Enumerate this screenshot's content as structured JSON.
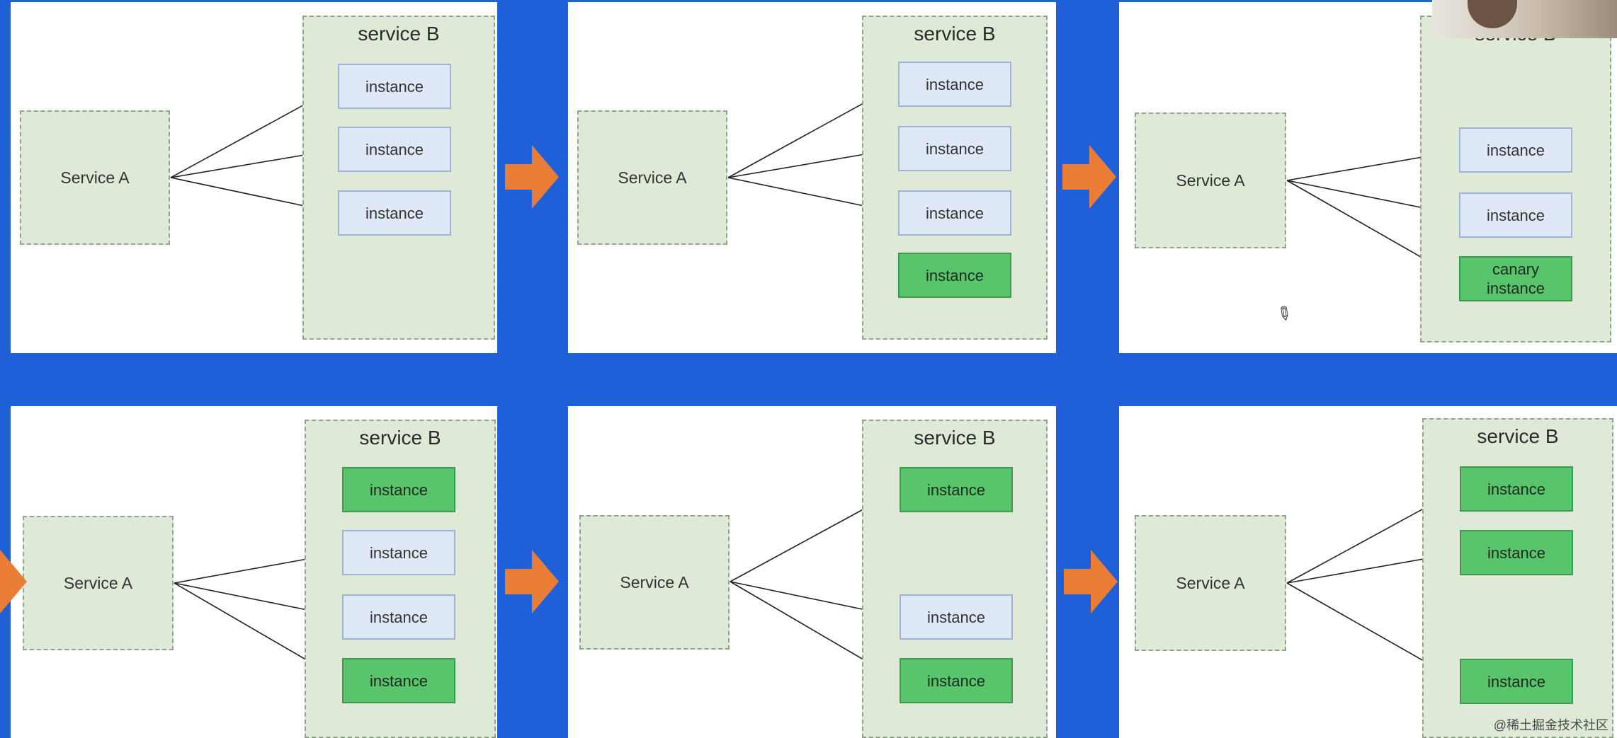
{
  "labels": {
    "service_a": "Service A",
    "service_b": "service B",
    "instance": "instance",
    "canary_instance": "canary\ninstance"
  },
  "colors": {
    "background": "#1f5fd7",
    "old_instance_fill": "#dfe8f7",
    "new_instance_fill": "#58c46b",
    "service_fill": "#dfe9d8",
    "transition_arrow": "#ea7d35"
  },
  "icons": [
    "pen-cursor-icon",
    "transition-arrow-icon"
  ],
  "watermark": "@稀土掘金技术社区",
  "stages": [
    {
      "instances": [
        "old",
        "old",
        "old"
      ],
      "routed_to": [
        0,
        1,
        2
      ]
    },
    {
      "instances": [
        "old",
        "old",
        "old",
        "new"
      ],
      "routed_to": [
        0,
        1,
        2
      ]
    },
    {
      "instances": [
        "old",
        "old",
        "canary"
      ],
      "routed_to": [
        0,
        1,
        2
      ]
    },
    {
      "instances": [
        "new",
        "old",
        "old",
        "new"
      ],
      "routed_to": [
        1,
        2,
        3
      ]
    },
    {
      "instances": [
        "new",
        "empty",
        "old",
        "new"
      ],
      "routed_to": [
        0,
        2,
        3
      ]
    },
    {
      "instances": [
        "new",
        "new",
        "empty",
        "new"
      ],
      "routed_to": [
        0,
        1,
        3
      ]
    }
  ]
}
